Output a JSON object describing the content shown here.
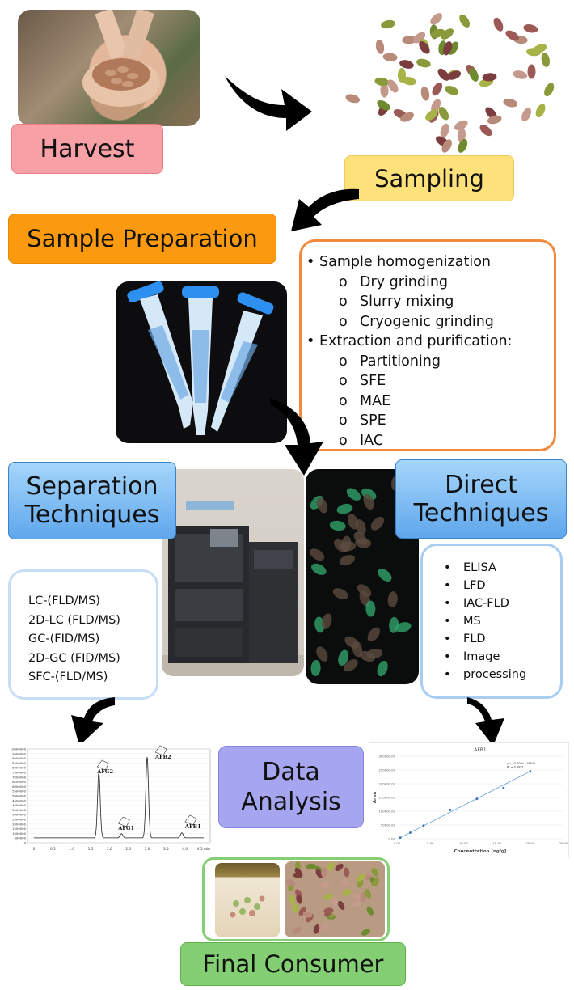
{
  "stages": {
    "harvest": "Harvest",
    "sampling": "Sampling",
    "sample_preparation": "Sample Preparation",
    "separation_line1": "Separation",
    "separation_line2": "Techniques",
    "direct_line1": "Direct",
    "direct_line2": "Techniques",
    "data_line1": "Data",
    "data_line2": "Analysis",
    "final_consumer": "Final Consumer"
  },
  "sample_preparation_list": {
    "homogenization": "Sample homogenization",
    "homogenization_items": [
      "Dry grinding",
      "Slurry mixing",
      "Cryogenic grinding"
    ],
    "extraction": "Extraction and purification:",
    "extraction_items": [
      "Partitioning",
      "SFE",
      "MAE",
      "SPE",
      "IAC"
    ]
  },
  "separation_list": [
    "LC-(FLD/MS)",
    "2D-LC (FLD/MS)",
    "GC-(FID/MS)",
    "2D-GC (FID/MS)",
    "SFC-(FLD/MS)"
  ],
  "direct_list": [
    "ELISA",
    "LFD",
    "IAC-FLD",
    "MS",
    "FLD",
    "Image",
    "processing"
  ],
  "chromatogram": {
    "peaks": [
      "AFG2",
      "AFG1",
      "AFB2",
      "AFB1"
    ],
    "y_ticks": [
      "10000000",
      "9500000",
      "9000000",
      "8500000",
      "8000000",
      "7500000",
      "7000000",
      "6500000",
      "6000000",
      "5500000",
      "5000000",
      "4500000",
      "4000000",
      "3500000",
      "3000000",
      "2500000",
      "2000000",
      "1500000",
      "1000000",
      "500000",
      "0"
    ],
    "x_ticks": [
      "0",
      "0.5",
      "1.0",
      "1.5",
      "2.0",
      "2.5",
      "3.0",
      "3.5",
      "4.0",
      "4.5 min"
    ]
  },
  "calibration": {
    "title": "AFB1",
    "xlabel": "Concentration [ng/g]",
    "ylabel": "Area",
    "equation": "y = 12 600x - 18932",
    "r2": "R² = 0.9997",
    "y_ticks": [
      "300000.00",
      "250000.00",
      "200000.00",
      "150000.00",
      "100000.00",
      "50000.00",
      "0.00"
    ],
    "x_ticks": [
      "0.00",
      "5.00",
      "10.00",
      "15.00",
      "20.00",
      "25.00"
    ],
    "points_x": [
      0.5,
      2,
      4,
      8,
      12,
      16,
      20
    ],
    "points_y": [
      4000,
      22000,
      48000,
      105000,
      145000,
      185000,
      245000
    ],
    "xlim": [
      0,
      25
    ],
    "ylim": [
      0,
      300000
    ]
  },
  "colors": {
    "arrow": "#000000",
    "harvest": "#f7a0a6",
    "sampling": "#fde17a",
    "preparation": "#fb9a0e",
    "technique_blue": "#5fa6ec",
    "data_analysis": "#a6a6f0",
    "final_consumer": "#84cf73"
  }
}
